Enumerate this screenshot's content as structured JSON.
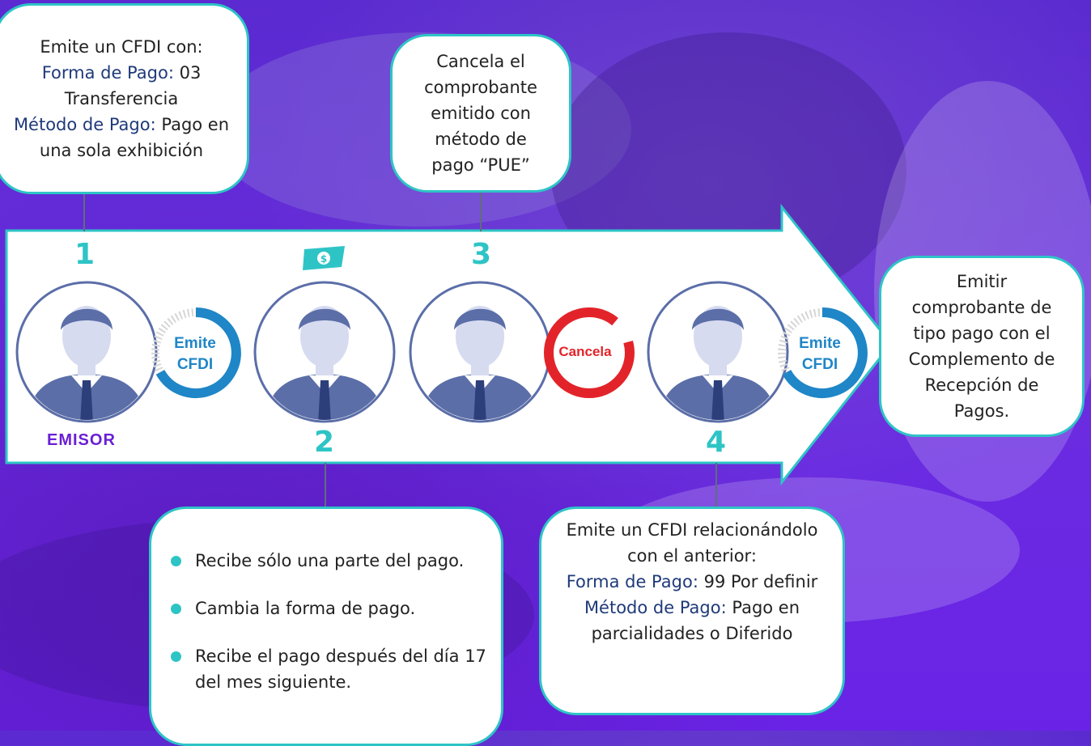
{
  "boxes": {
    "box1": {
      "line1": "Emite un CFDI con:",
      "forma_label": "Forma de Pago:",
      "forma_value": " 03",
      "line3": "Transferencia",
      "metodo_label": "Método de Pago:",
      "metodo_value": " Pago en",
      "line5": "una sola exhibición"
    },
    "box3": {
      "lines": [
        "Cancela el",
        "comprobante",
        "emitido con",
        "método de",
        "pago “PUE”"
      ]
    },
    "box_final": {
      "lines": [
        "Emitir",
        "comprobante de",
        "tipo pago con el",
        "Complemento de",
        "Recepción de",
        "Pagos."
      ]
    },
    "box2": {
      "bullets": [
        "Recibe sólo una parte del pago.",
        "Cambia la forma de pago.",
        "Recibe el pago después del día 17 del mes siguiente."
      ]
    },
    "box4": {
      "line1": "Emite un CFDI relacionándolo",
      "line2": "con el anterior:",
      "forma_label": "Forma de Pago:",
      "forma_value": " 99 Por definir",
      "metodo_label": "Método de Pago:",
      "metodo_value": " Pago en",
      "line5": "parcialidades o Diferido"
    }
  },
  "steps": {
    "step1": "1",
    "step2": "2",
    "step3": "3",
    "step4": "4"
  },
  "rings": {
    "ring1": {
      "line1": "Emite",
      "line2": "CFDI"
    },
    "ring3": {
      "line1": "Cancela"
    },
    "ring4": {
      "line1": "Emite",
      "line2": "CFDI"
    }
  },
  "emisor_label": "EMISOR",
  "colors": {
    "accent_teal": "#2ec4c6",
    "blue_ring": "#1f86c7",
    "red_ring": "#e2242a",
    "label_blue": "#1f3a7a",
    "purple": "#6a1fd6",
    "avatar_blue": "#5b6ea8"
  }
}
